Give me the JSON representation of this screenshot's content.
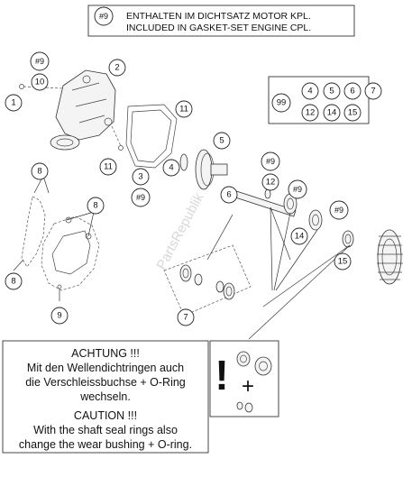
{
  "header_box": {
    "tag": "#9",
    "line1": "ENTHALTEN IM DICHTSATZ MOTOR KPL.",
    "line2": "INCLUDED IN GASKET-SET ENGINE CPL."
  },
  "kit_box": {
    "label": "99",
    "items": [
      "4",
      "5",
      "6",
      "7",
      "12",
      "14",
      "15"
    ]
  },
  "callouts": {
    "c1": "1",
    "c2": "2",
    "c3": "3",
    "c4": "4",
    "c5": "5",
    "c6": "6",
    "c7": "7",
    "c8a": "8",
    "c8b": "8",
    "c8c": "8",
    "c9": "9",
    "c10": "10",
    "c11a": "11",
    "c11b": "11",
    "c12": "12",
    "c14": "14",
    "c15": "15",
    "t9a": "#9",
    "t9b": "#9",
    "t9c": "#9",
    "t9d": "#9",
    "t9e": "#9"
  },
  "notice": {
    "de_title": "ACHTUNG !!!",
    "de_line1": "Mit den Wellendichtringen auch",
    "de_line2": "die Verschleissbuchse + O-Ring",
    "de_line3": "wechseln.",
    "en_title": "CAUTION !!!",
    "en_line1": "With the shaft seal rings also",
    "en_line2": "change the wear bushing + O-ring."
  },
  "warning_symbol": {
    "exclamation": "!",
    "plus": "+"
  },
  "watermark": "PartsRepublik"
}
